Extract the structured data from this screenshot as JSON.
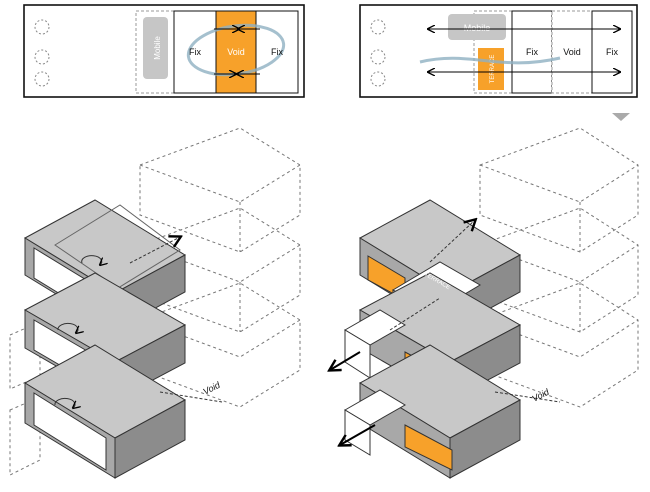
{
  "plan_left": {
    "labels": {
      "mobile": "Mobile",
      "fix_left": "Fix",
      "void": "Void",
      "fix_right": "Fix"
    }
  },
  "plan_right": {
    "labels": {
      "mobile": "Mobile",
      "terrace": "TERRACE",
      "fix_1": "Fix",
      "void": "Void",
      "fix_2": "Fix"
    }
  },
  "iso_left": {
    "void_label": "Void"
  },
  "iso_right": {
    "void_label": "Void",
    "terrace_label": "TERRACE"
  },
  "colors": {
    "accent_orange": "#f7a12a",
    "module_gray": "#b5b5b5",
    "module_dark": "#8c8c8c",
    "mobile_gray": "#c6c6c6",
    "flow_blue": "#8fb0c2"
  }
}
